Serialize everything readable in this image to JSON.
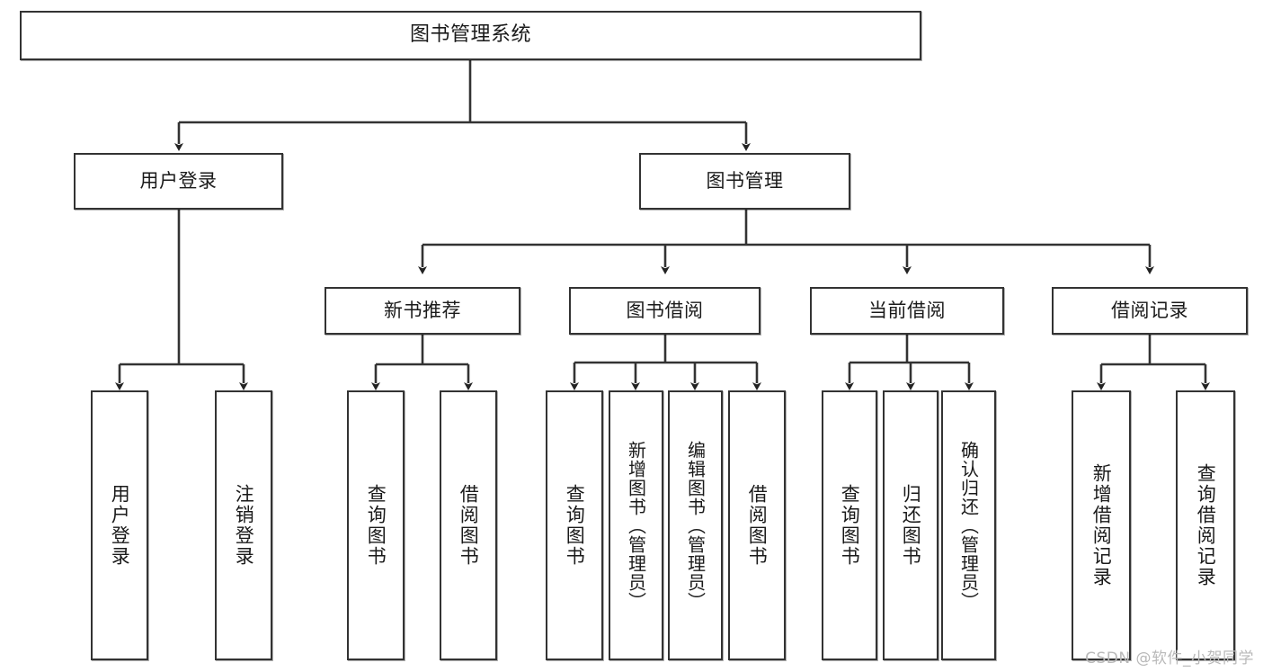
{
  "diagram": {
    "title": "图书管理系统",
    "type": "tree",
    "orientation": "top-down",
    "line_color": "#333333",
    "box_border_color": "#333333",
    "box_fill_color": "#ffffff",
    "text_color": "#1a1a1a",
    "watermark": "CSDN @软件_小贺同学",
    "watermark_color": "#b9b9b9"
  },
  "nodes": {
    "root": {
      "label": "图书管理系统",
      "level": 1
    },
    "l2": [
      {
        "id": "user-login",
        "label": "用户登录",
        "level": 2
      },
      {
        "id": "book-manage",
        "label": "图书管理",
        "level": 2
      }
    ],
    "l3": [
      {
        "id": "new-book-recommend",
        "label": "新书推荐",
        "level": 3,
        "parent": "book-manage"
      },
      {
        "id": "book-borrow",
        "label": "图书借阅",
        "level": 3,
        "parent": "book-manage"
      },
      {
        "id": "current-borrow",
        "label": "当前借阅",
        "level": 3,
        "parent": "book-manage"
      },
      {
        "id": "borrow-record",
        "label": "借阅记录",
        "level": 3,
        "parent": "book-manage"
      }
    ],
    "leaves": [
      {
        "id": "leaf-user-login",
        "label": "用户登录",
        "parent": "user-login"
      },
      {
        "id": "leaf-user-logout",
        "label": "注销登录",
        "parent": "user-login"
      },
      {
        "id": "leaf-query-book-1",
        "label": "查询图书",
        "parent": "new-book-recommend"
      },
      {
        "id": "leaf-borrow-book-1",
        "label": "借阅图书",
        "parent": "new-book-recommend"
      },
      {
        "id": "leaf-query-book-2",
        "label": "查询图书",
        "parent": "book-borrow"
      },
      {
        "id": "leaf-add-book",
        "label": "新增图书（管理员）",
        "parent": "book-borrow"
      },
      {
        "id": "leaf-edit-book",
        "label": "编辑图书（管理员）",
        "parent": "book-borrow"
      },
      {
        "id": "leaf-borrow-book-2",
        "label": "借阅图书",
        "parent": "book-borrow"
      },
      {
        "id": "leaf-query-book-3",
        "label": "查询图书",
        "parent": "current-borrow"
      },
      {
        "id": "leaf-return-book",
        "label": "归还图书",
        "parent": "current-borrow"
      },
      {
        "id": "leaf-confirm-return",
        "label": "确认归还（管理员）",
        "parent": "current-borrow"
      },
      {
        "id": "leaf-add-record",
        "label": "新增借阅记录",
        "parent": "borrow-record"
      },
      {
        "id": "leaf-query-record",
        "label": "查询借阅记录",
        "parent": "borrow-record"
      }
    ]
  }
}
